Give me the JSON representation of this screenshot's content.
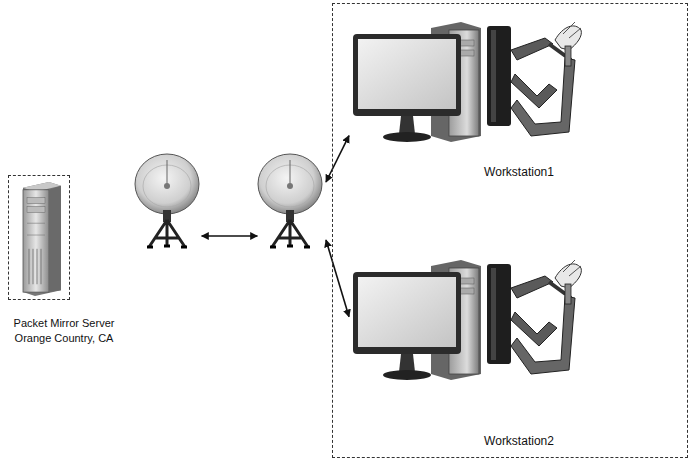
{
  "diagram": {
    "nodes": [
      {
        "text": [
          "Packet Mirror Server Orange Country, CA"
        ]
      },
      {
        "text": []
      },
      {
        "text": []
      },
      {
        "text": []
      },
      {
        "text": [
          "Workstation1"
        ],
        "in": 3
      },
      {
        "text": [
          "Workstation2"
        ],
        "in": 3
      }
    ],
    "edges": [
      {
        "from": 1,
        "to": 2,
        "arrow": "both"
      },
      {
        "from": 2,
        "to": 4,
        "arrow": "both"
      },
      {
        "from": 2,
        "to": 5,
        "arrow": "both"
      }
    ]
  }
}
